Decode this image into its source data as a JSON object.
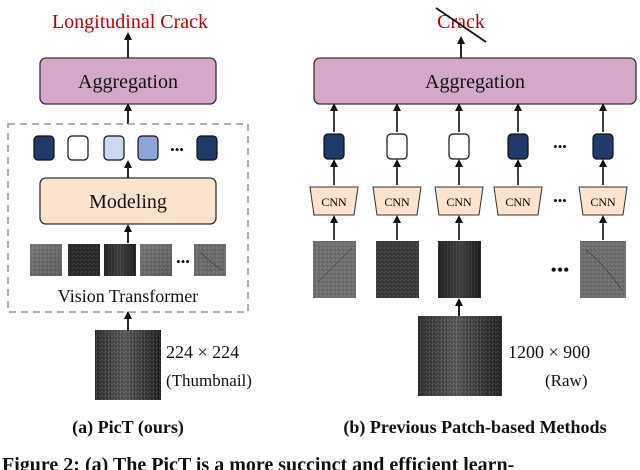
{
  "left": {
    "output_label": "Longitudinal Crack",
    "aggregation_label": "Aggregation",
    "modeling_label": "Modeling",
    "module_label": "Vision Transformer",
    "input_size": "224 × 224",
    "input_note": "(Thumbnail)",
    "caption": "(a) PicT (ours)",
    "ellipsis": "•••"
  },
  "right": {
    "output_label": "Crack",
    "aggregation_label": "Aggregation",
    "cnn_label": "CNN",
    "input_size": "1200 × 900",
    "input_note": "(Raw)",
    "caption": "(b) Previous Patch-based Methods",
    "ellipsis": "•••"
  },
  "figure_caption": "Figure 2: (a) The PicT is a more succinct and efficient learn-",
  "colors": {
    "aggregation_fill": "#d3a8c9",
    "modeling_fill": "#fbe3cd",
    "token_dark": "#1f3a6b",
    "token_light": "#cbd8ef",
    "token_mid": "#8aa6d8",
    "cnn_fill": "#fbe3cd",
    "output_text": "#c00000"
  }
}
